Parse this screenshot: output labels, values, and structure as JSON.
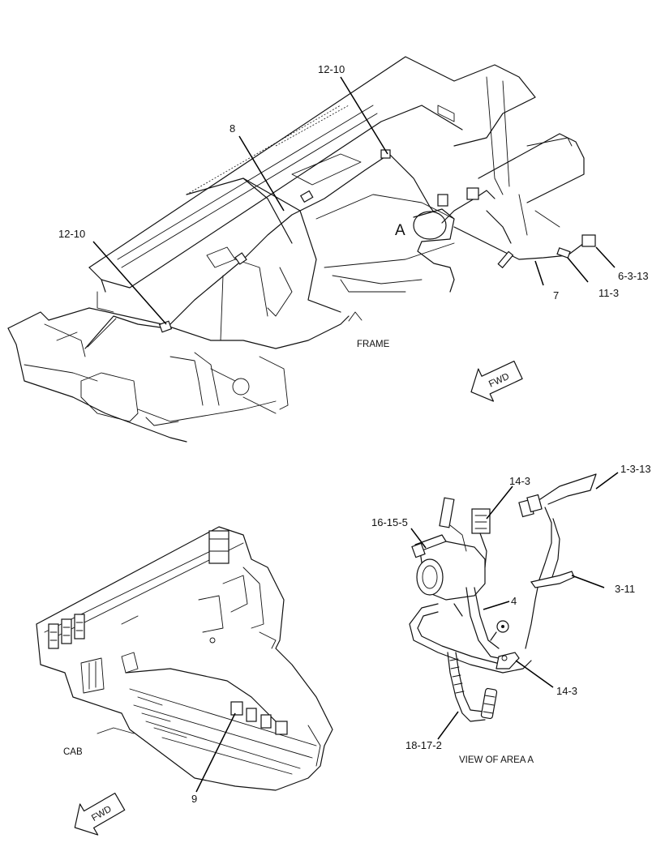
{
  "labels": {
    "top_12_10": "12-10",
    "left_12_10": "12-10",
    "eight": "8",
    "view_a": "A",
    "seven": "7",
    "eleven_3": "11-3",
    "six_3_13": "6-3-13",
    "frame": "FRAME",
    "fwd_top": "FWD",
    "fwd_bottom": "FWD",
    "cab": "CAB",
    "nine": "9",
    "one_3_13": "1-3-13",
    "fourteen_3_top": "14-3",
    "sixteen_15_5": "16-15-5",
    "four": "4",
    "three_11": "3-11",
    "fourteen_3_bottom": "14-3",
    "eighteen_17_2": "18-17-2",
    "view_of_area_a": "VIEW OF AREA A"
  },
  "colors": {
    "line": "#111111",
    "background": "#ffffff"
  }
}
